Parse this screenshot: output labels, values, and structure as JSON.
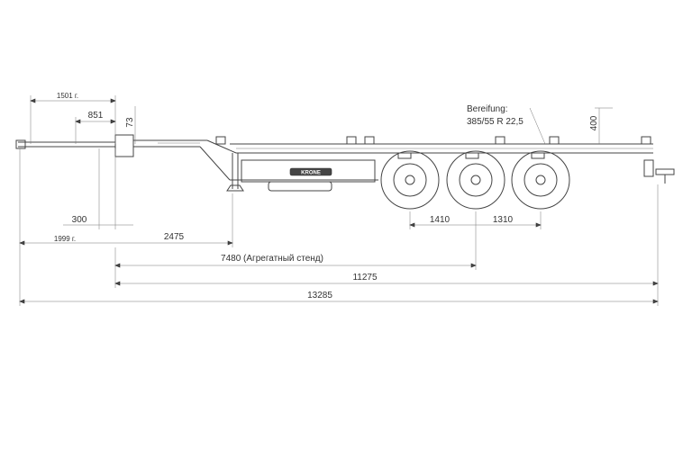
{
  "dimensions": {
    "d1501": "1501 г.",
    "d851": "851",
    "d73": "73",
    "d300": "300",
    "d1999": "1999 г.",
    "d2475": "2475",
    "d1410": "1410",
    "d1310": "1310",
    "d7480": "7480 (Агрегатный стенд)",
    "d11275": "11275",
    "d13285": "13285",
    "d400": "400"
  },
  "tire_note": {
    "line1": "Bereifung:",
    "line2": "385/55 R 22,5"
  },
  "brand_plate": "KRONE"
}
